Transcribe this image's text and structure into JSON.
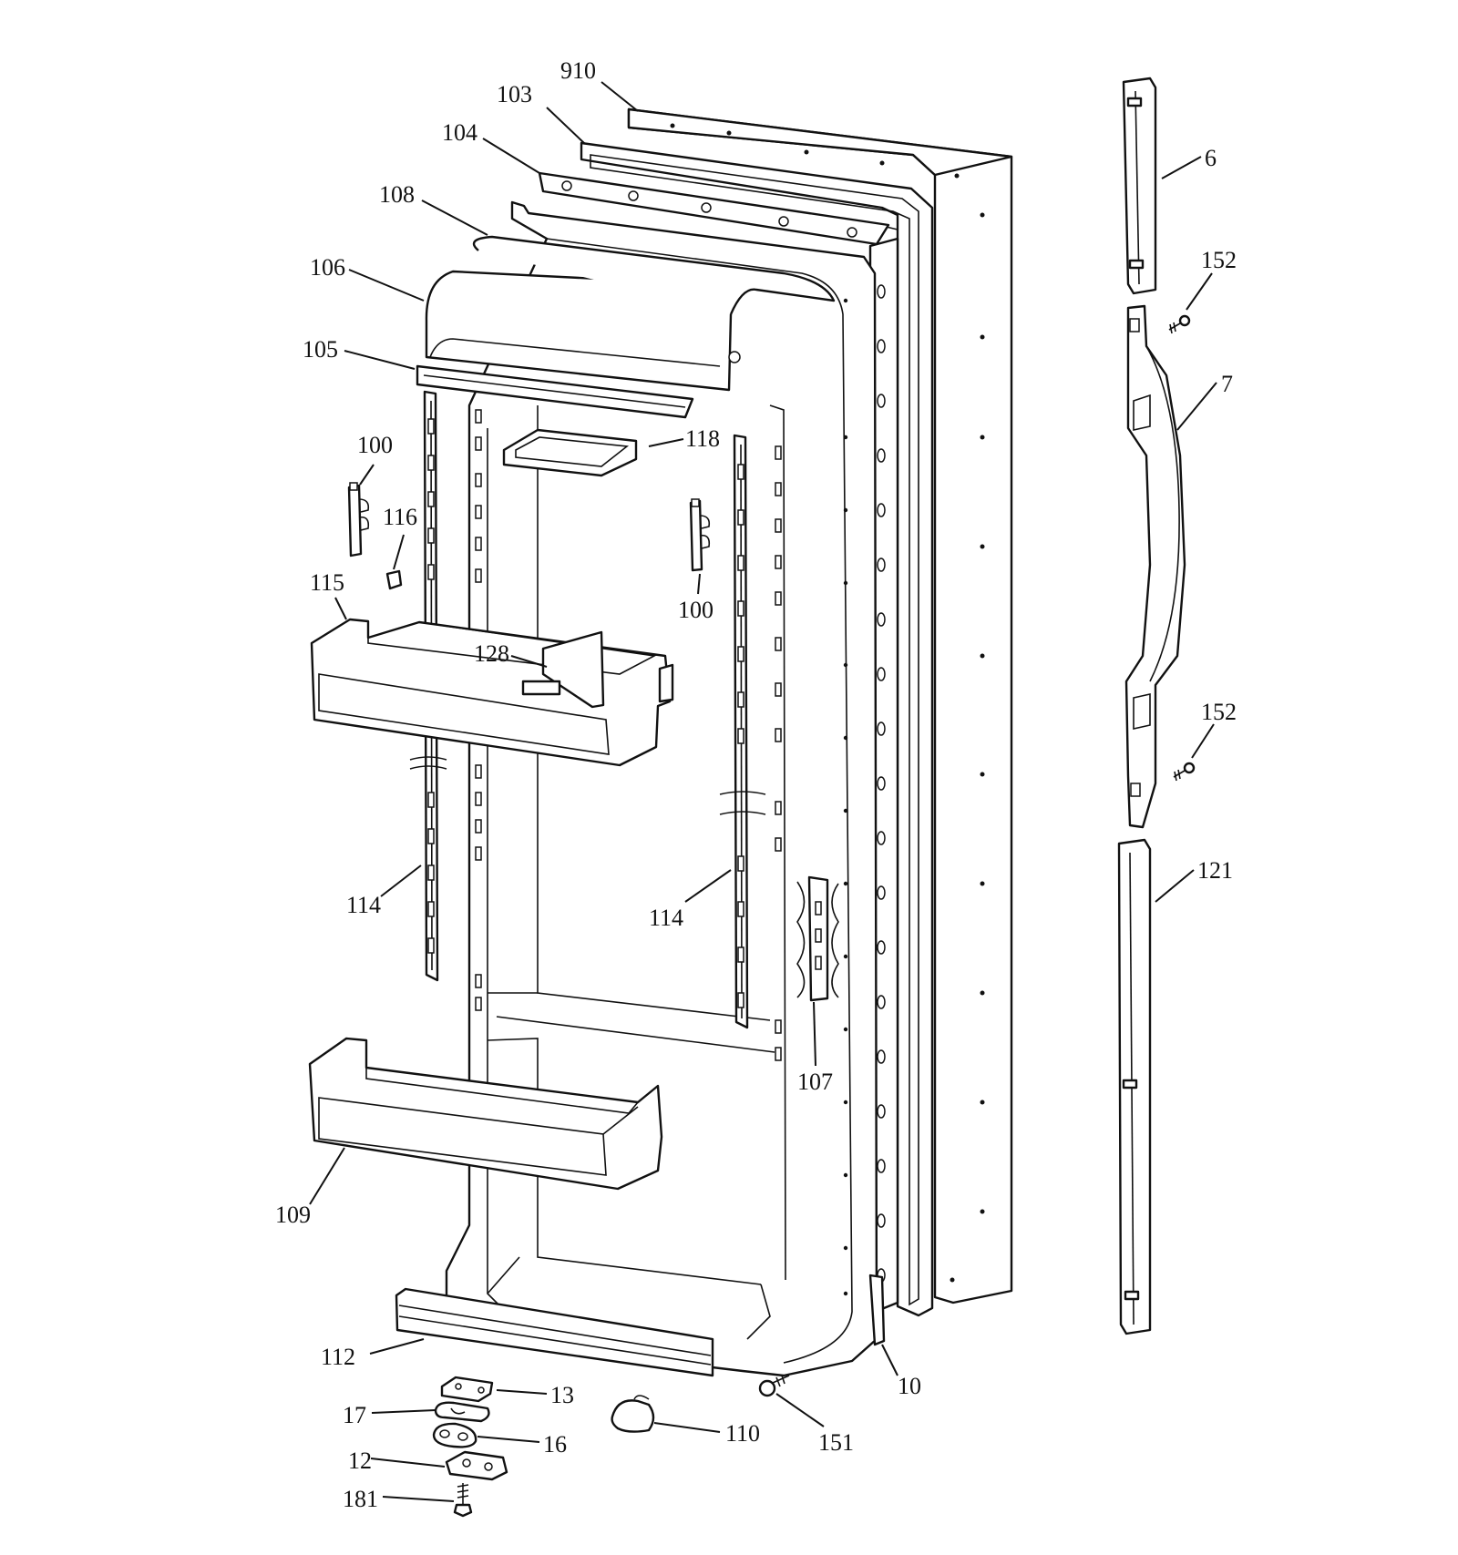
{
  "diagram": {
    "callouts": [
      {
        "id": "910",
        "text": "910"
      },
      {
        "id": "103",
        "text": "103"
      },
      {
        "id": "104",
        "text": "104"
      },
      {
        "id": "108",
        "text": "108"
      },
      {
        "id": "106",
        "text": "106"
      },
      {
        "id": "105",
        "text": "105"
      },
      {
        "id": "118",
        "text": "118"
      },
      {
        "id": "100a",
        "text": "100"
      },
      {
        "id": "116",
        "text": "116"
      },
      {
        "id": "100b",
        "text": "100"
      },
      {
        "id": "115",
        "text": "115"
      },
      {
        "id": "128",
        "text": "128"
      },
      {
        "id": "114a",
        "text": "114"
      },
      {
        "id": "114b",
        "text": "114"
      },
      {
        "id": "107",
        "text": "107"
      },
      {
        "id": "109",
        "text": "109"
      },
      {
        "id": "112",
        "text": "112"
      },
      {
        "id": "13",
        "text": "13"
      },
      {
        "id": "17",
        "text": "17"
      },
      {
        "id": "16",
        "text": "16"
      },
      {
        "id": "12",
        "text": "12"
      },
      {
        "id": "181",
        "text": "181"
      },
      {
        "id": "110",
        "text": "110"
      },
      {
        "id": "151",
        "text": "151"
      },
      {
        "id": "10",
        "text": "10"
      },
      {
        "id": "6",
        "text": "6"
      },
      {
        "id": "152a",
        "text": "152"
      },
      {
        "id": "7",
        "text": "7"
      },
      {
        "id": "152b",
        "text": "152"
      },
      {
        "id": "121",
        "text": "121"
      }
    ]
  }
}
